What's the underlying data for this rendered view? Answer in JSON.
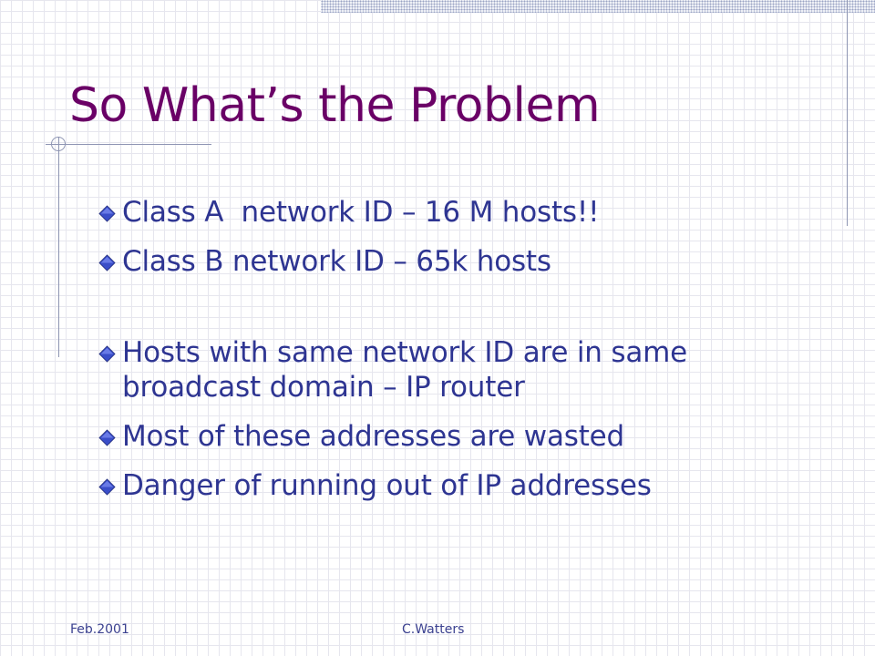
{
  "slide": {
    "title": "So What’s the Problem",
    "bullets": [
      {
        "text": "Class A  network ID – 16 M hosts!!"
      },
      {
        "text": "Class B network ID – 65k hosts"
      },
      {
        "text": "Hosts with same network ID are in same broadcast domain – IP router"
      },
      {
        "text": "Most of these addresses are wasted"
      },
      {
        "text": "Danger of running out of IP addresses"
      }
    ]
  },
  "footer": {
    "date": "Feb.2001",
    "author": "C.Watters"
  },
  "colors": {
    "title": "#6a0066",
    "body_text": "#2e3592",
    "bullet_icon": "#3a4ec8",
    "decor_lines": "#8e95b3"
  },
  "icons": {
    "bullet": "diamond-bullet-icon"
  }
}
